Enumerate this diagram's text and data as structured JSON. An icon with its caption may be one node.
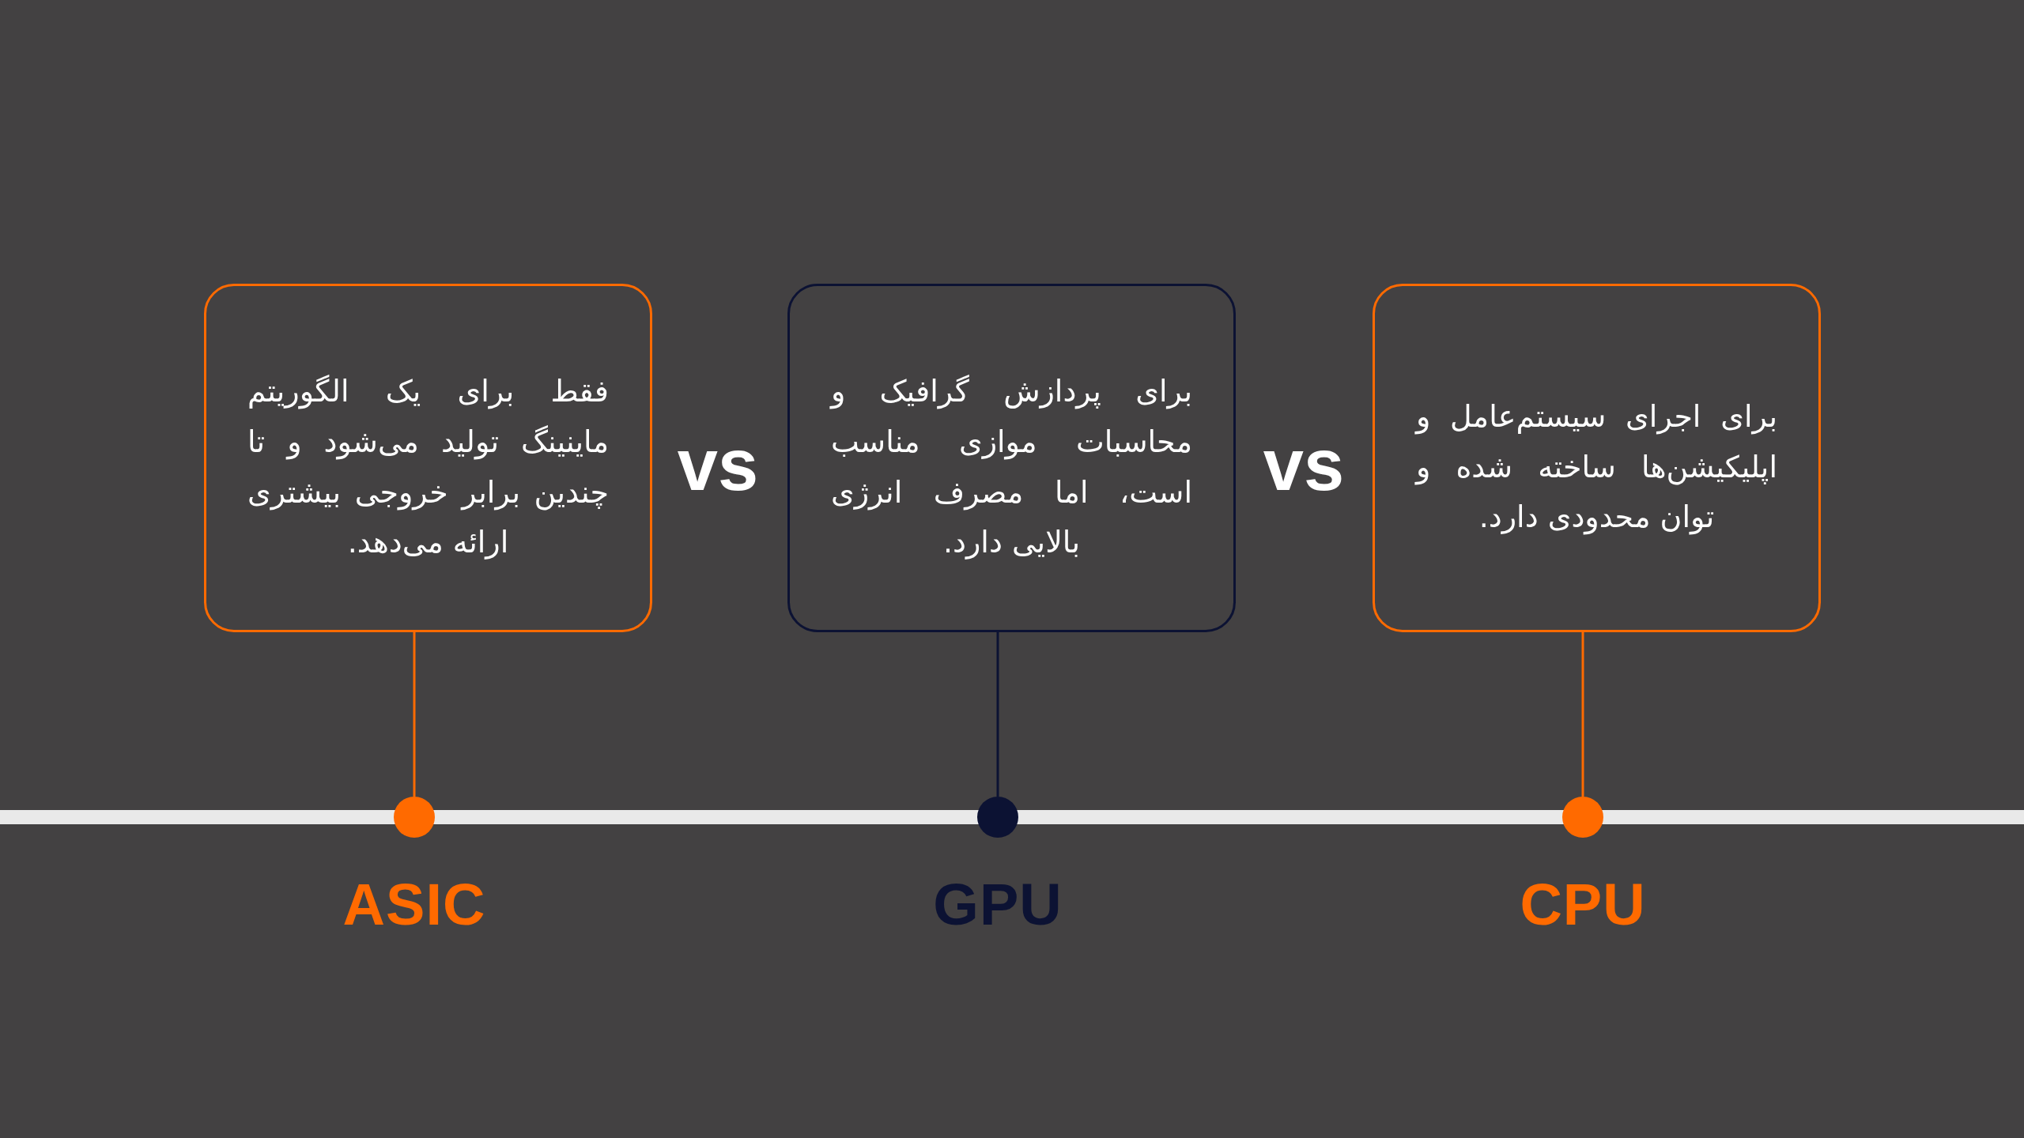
{
  "diagram": {
    "nodes": [
      {
        "text": [
          "فقط برای یک الگوریتم ماینینگ تولید می‌شود و تا چندین برابر خروجی بیشتری ارائه می‌دهد."
        ]
      },
      {
        "text": [
          "برای پردازش گرافیک و محاسبات موازی مناسب است، اما مصرف انرژی بالایی دارد."
        ]
      },
      {
        "text": [
          "برای اجرای سیستم‌عامل و اپلیکیشن‌ها ساخته شده و توان محدودی دارد."
        ]
      },
      {
        "text": [],
        "shape": "circle",
        "beside": [
          "ASIC"
        ]
      },
      {
        "text": [],
        "shape": "circle",
        "beside": [
          "GPU"
        ]
      },
      {
        "text": [],
        "shape": "circle",
        "beside": [
          "CPU"
        ]
      },
      {
        "text": [],
        "shape": "bar"
      }
    ],
    "edges": [
      {
        "from": 0,
        "to": 3,
        "arrow": "none"
      },
      {
        "from": 1,
        "to": 4,
        "arrow": "none",
        "color": "#0c1233"
      },
      {
        "from": 2,
        "to": 5,
        "arrow": "none"
      }
    ],
    "labels": [
      "vs",
      "vs"
    ]
  }
}
